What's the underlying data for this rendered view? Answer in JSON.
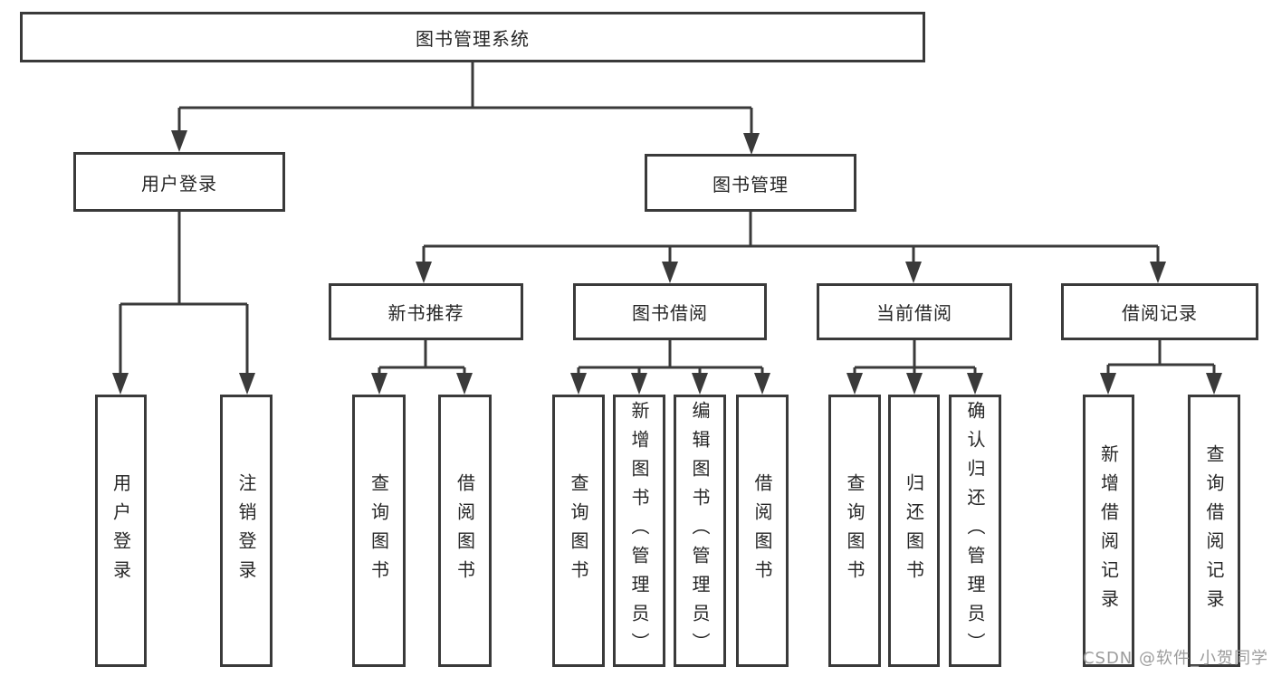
{
  "diagram": {
    "title": "图书管理系统",
    "branches": [
      {
        "label": "用户登录",
        "children": [
          "用户登录",
          "注销登录"
        ]
      },
      {
        "label": "图书管理",
        "sections": [
          {
            "label": "新书推荐",
            "children": [
              "查询图书",
              "借阅图书"
            ]
          },
          {
            "label": "图书借阅",
            "children": [
              "查询图书",
              "新增图书（管理员）",
              "编辑图书（管理员）",
              "借阅图书"
            ]
          },
          {
            "label": "当前借阅",
            "children": [
              "查询图书",
              "归还图书",
              "确认归还（管理员）"
            ]
          },
          {
            "label": "借阅记录",
            "children": [
              "新增借阅记录",
              "查询借阅记录"
            ]
          }
        ]
      }
    ]
  },
  "watermark": {
    "text": "CSDN @软件_小贺同学"
  },
  "colors": {
    "line": "#3a3a3a",
    "box_border": "#3a3a3a",
    "box_fill": "#ffffff",
    "text": "#262626",
    "watermark": "#9c9c9c",
    "background": "#ffffff"
  }
}
